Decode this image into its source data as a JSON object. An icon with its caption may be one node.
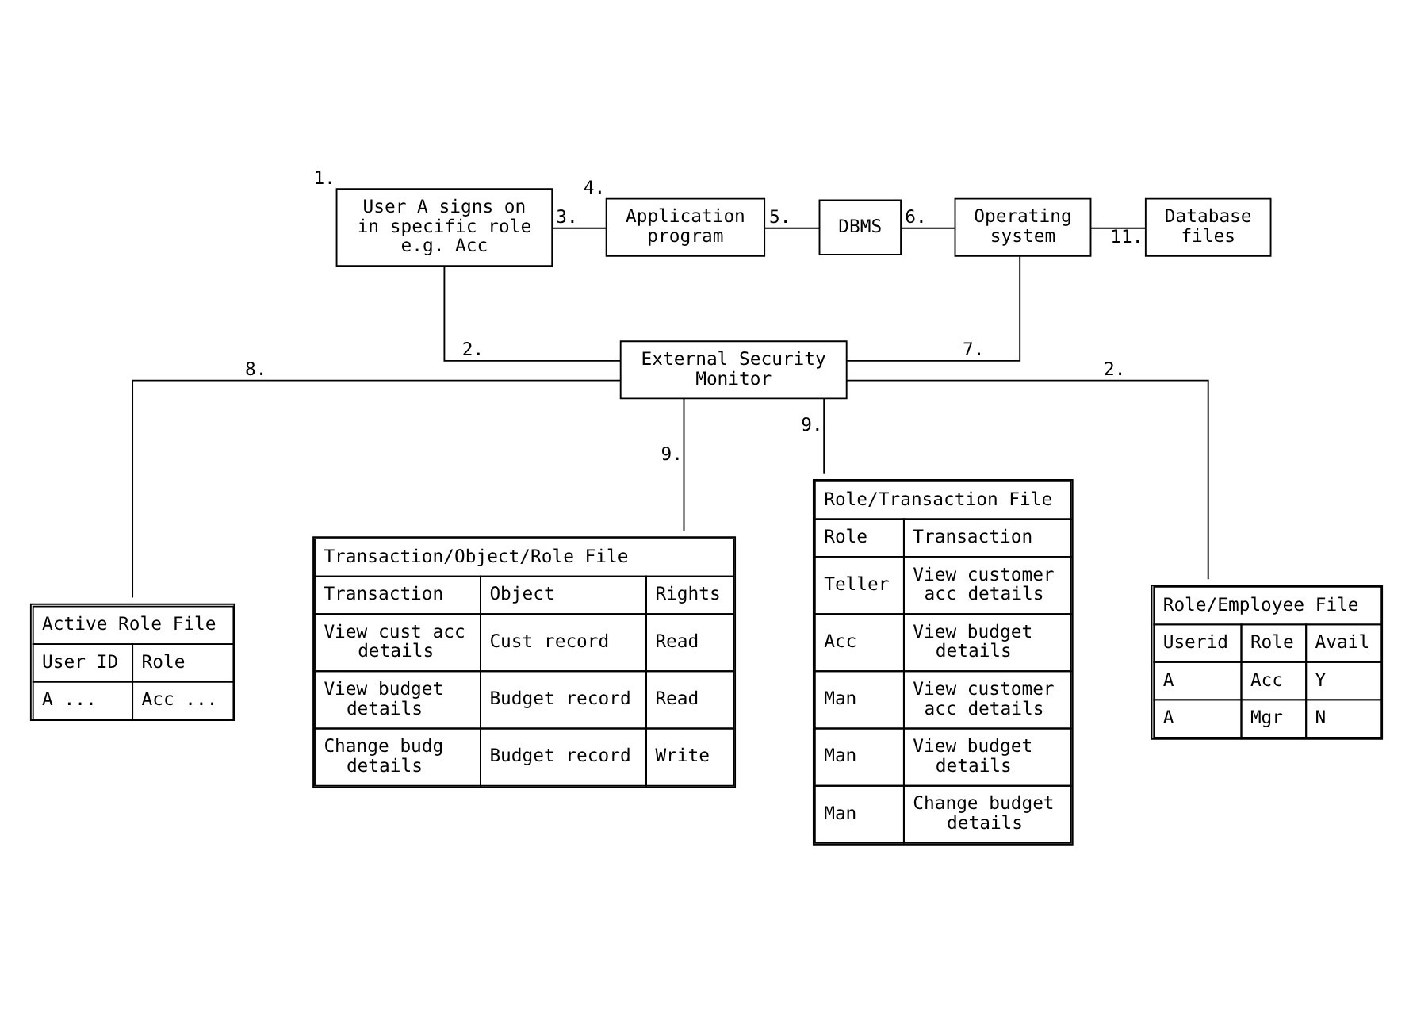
{
  "diagram": {
    "nodes": [
      {
        "text": [
          "User A signs on in specific role e.g. Acc"
        ],
        "beside": [
          "1."
        ]
      },
      {
        "text": [
          "Application program"
        ],
        "beside": [
          "4."
        ]
      },
      {
        "text": [
          "DBMS"
        ]
      },
      {
        "text": [
          "Operating system"
        ]
      },
      {
        "text": [
          "Database files"
        ]
      },
      {
        "text": [
          "External Security Monitor"
        ]
      },
      {
        "text": [
          "Active Role File",
          "User ID",
          "Role",
          "A ...",
          "Acc ..."
        ]
      },
      {
        "text": [
          "Transaction/Object/Role File",
          "Transaction",
          "Object",
          "Rights",
          "View cust acc details",
          "Cust record",
          "Read",
          "View budget details",
          "Budget record",
          "Read",
          "Change budg details",
          "Budget record",
          "Write"
        ]
      },
      {
        "text": [
          "Role/Transaction File",
          "Role",
          "Transaction",
          "Teller",
          "View customer acc details",
          "Acc",
          "View budget details",
          "Man",
          "View customer acc details",
          "Man",
          "View budget details",
          "Man",
          "Change budget details"
        ]
      },
      {
        "text": [
          "Role/Employee File",
          "Userid",
          "Role",
          "Avail",
          "A",
          "Acc",
          "Y",
          "A",
          "Mgr",
          "N"
        ]
      }
    ],
    "edges": [
      {
        "from": 0,
        "to": 1,
        "arrow": "none",
        "label": "3."
      },
      {
        "from": 1,
        "to": 2,
        "arrow": "none",
        "label": "5."
      },
      {
        "from": 2,
        "to": 3,
        "arrow": "none",
        "label": "6."
      },
      {
        "from": 3,
        "to": 4,
        "arrow": "none",
        "label": "11."
      },
      {
        "from": 3,
        "to": 5,
        "arrow": "none",
        "label": "7."
      },
      {
        "from": 0,
        "to": 5,
        "arrow": "none",
        "label": "2."
      },
      {
        "from": 5,
        "to": 6,
        "arrow": "none",
        "label": "8."
      },
      {
        "from": 5,
        "to": 7,
        "arrow": "none",
        "label": "9."
      },
      {
        "from": 5,
        "to": 8,
        "arrow": "none",
        "label": "9."
      },
      {
        "from": 5,
        "to": 9,
        "arrow": "none",
        "label": "2."
      }
    ]
  }
}
